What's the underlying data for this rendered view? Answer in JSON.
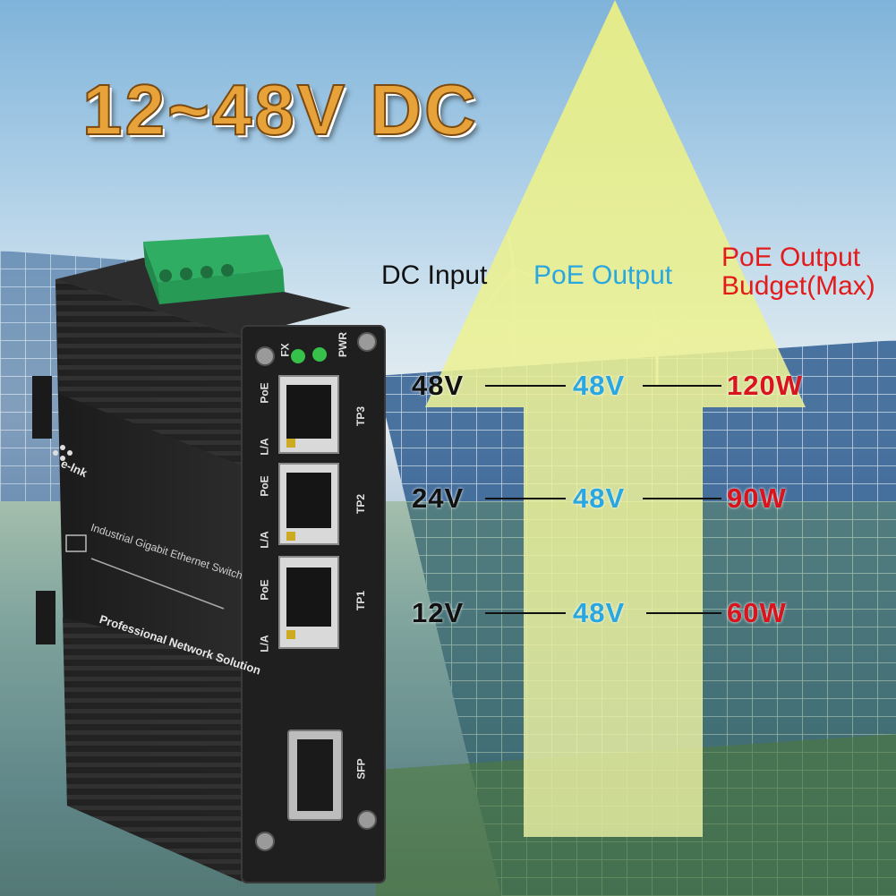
{
  "headline": "12~48V DC",
  "columns": {
    "dc_input": "DC Input",
    "poe_output": "PoE Output",
    "budget_line1": "PoE Output",
    "budget_line2": "Budget(Max)"
  },
  "rows": [
    {
      "dc_input": "48V",
      "poe_output": "48V",
      "budget": "120W"
    },
    {
      "dc_input": "24V",
      "poe_output": "48V",
      "budget": "90W"
    },
    {
      "dc_input": "12V",
      "poe_output": "48V",
      "budget": "60W"
    }
  ],
  "device": {
    "brand": "e-lnk",
    "product_label": "Industrial Gigabit Ethernet Switch",
    "tagline": "Professional Network Solution",
    "led_labels": [
      "FX",
      "PWR"
    ],
    "port_labels": [
      "PoE",
      "L/A",
      "PoE",
      "L/A",
      "PoE",
      "L/A"
    ],
    "port_names": [
      "TP3",
      "TP2",
      "TP1",
      "SFP"
    ]
  },
  "colors": {
    "headline": "#e7a23a",
    "dc_input": "#111111",
    "poe_output": "#2aa7de",
    "budget": "#e21b1b",
    "arrow": "#e6f07a"
  }
}
